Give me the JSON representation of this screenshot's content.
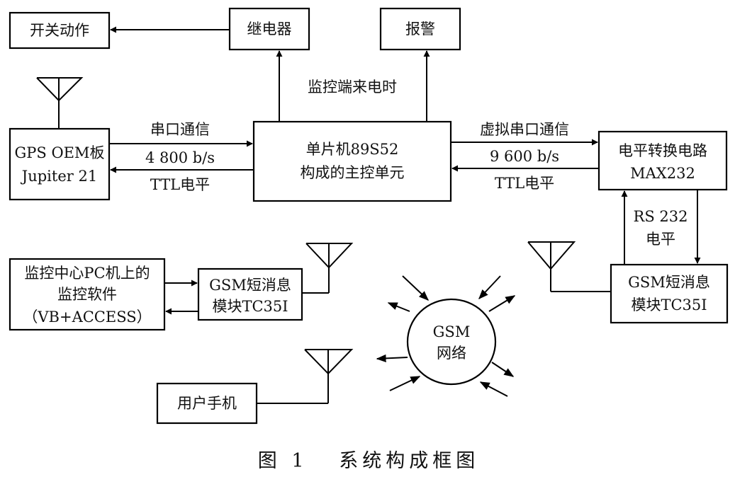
{
  "nodes": {
    "switch_action": "开关动作",
    "relay": "继电器",
    "alarm": "报警",
    "gps_line1": "GPS OEM板",
    "gps_line2": "Jupiter 21",
    "mcu_line1": "单片机89S52",
    "mcu_line2": "构成的主控单元",
    "level_line1": "电平转换电路",
    "level_line2": "MAX232",
    "pc_line1": "监控中心PC机上的",
    "pc_line2": "监控软件",
    "pc_line3": "（VB+ACCESS）",
    "gsm_left_line1": "GSM短消息",
    "gsm_left_line2": "模块TC35I",
    "gsm_right_line1": "GSM短消息",
    "gsm_right_line2": "模块TC35I",
    "gsm_net_line1": "GSM",
    "gsm_net_line2": "网络",
    "phone": "用户手机"
  },
  "edge_labels": {
    "power_on": "监控端来电时",
    "serial_comm": "串口通信",
    "baud_4800": "4 800 b/s",
    "ttl_left": "TTL电平",
    "virtual_serial": "虚拟串口通信",
    "baud_9600": "9 600 b/s",
    "ttl_right": "TTL电平",
    "rs232_line1": "RS 232",
    "rs232_line2": "电平"
  },
  "caption": "图 1   系统构成框图",
  "colors": {
    "line": "#000000",
    "text": "#111111",
    "background": "#ffffff"
  }
}
